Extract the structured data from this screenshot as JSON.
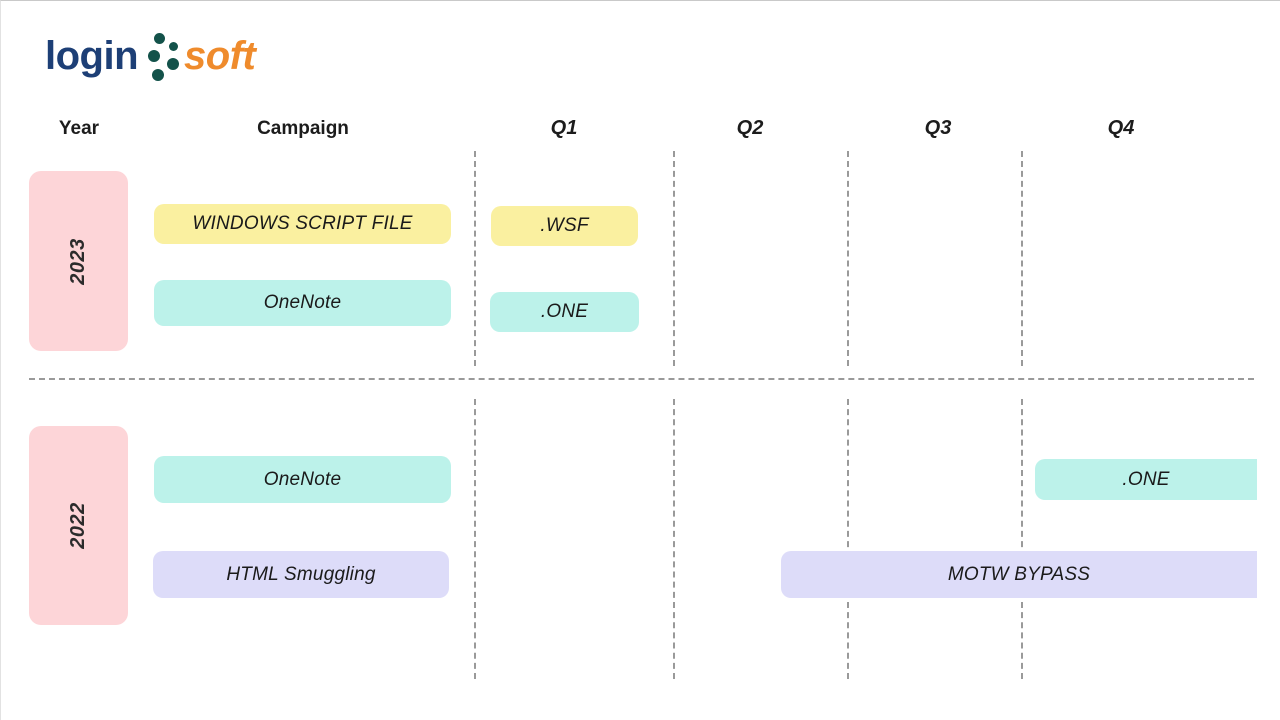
{
  "brand": {
    "name_part1": "login",
    "name_part2": "soft",
    "dots_icon": "five-dot-cluster-icon",
    "color_primary": "#1d3f76",
    "color_accent": "#ef8b2c",
    "color_dots": "#13524a"
  },
  "headers": {
    "year": "Year",
    "campaign": "Campaign",
    "quarters": [
      "Q1",
      "Q2",
      "Q3",
      "Q4"
    ]
  },
  "colors": {
    "year_block": "#fdd5d8",
    "yellow_pill": "#faf0a0",
    "teal_pill": "#bcf2ea",
    "purple_pill": "#dddcf9",
    "gridline": "#9a9a9a",
    "text": "#1a1a1a"
  },
  "rows": [
    {
      "year": "2023",
      "campaigns": [
        {
          "name": "WINDOWS SCRIPT FILE",
          "color_key": "yellow_pill",
          "markers": [
            {
              "label": ".WSF",
              "quarter": "Q1",
              "color_key": "yellow_pill"
            }
          ]
        },
        {
          "name": "OneNote",
          "color_key": "teal_pill",
          "markers": [
            {
              "label": ".ONE",
              "quarter": "Q1",
              "color_key": "teal_pill"
            }
          ]
        }
      ]
    },
    {
      "year": "2022",
      "campaigns": [
        {
          "name": "OneNote",
          "color_key": "teal_pill",
          "markers": [
            {
              "label": ".ONE",
              "quarter": "Q4",
              "color_key": "teal_pill"
            }
          ]
        },
        {
          "name": "HTML Smuggling",
          "color_key": "purple_pill",
          "markers": [
            {
              "label": "MOTW BYPASS",
              "quarter": "Q3-Q4",
              "color_key": "purple_pill"
            }
          ]
        }
      ]
    }
  ]
}
